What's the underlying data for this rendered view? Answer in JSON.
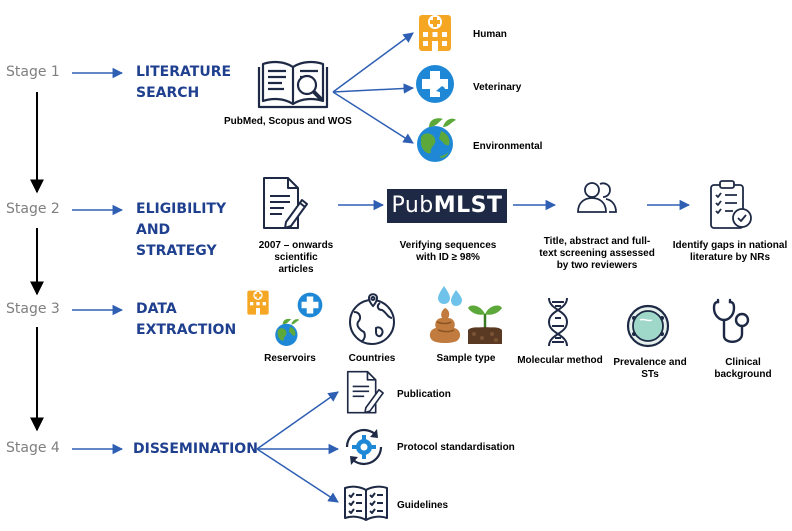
{
  "stages": [
    {
      "label": "Stage 1",
      "heading_lines": [
        "LITERATURE",
        "SEARCH"
      ]
    },
    {
      "label": "Stage 2",
      "heading_lines": [
        "ELIGIBILITY",
        "AND",
        "STRATEGY"
      ]
    },
    {
      "label": "Stage 3",
      "heading_lines": [
        "DATA",
        "EXTRACTION"
      ]
    },
    {
      "label": "Stage 4",
      "heading_lines": [
        "DISSEMINATION"
      ]
    }
  ],
  "stage1": {
    "databases": "PubMed, Scopus and WOS",
    "domains": [
      "Human",
      "Veterinary",
      "Environmental"
    ]
  },
  "stage2": {
    "articles_lines": [
      "2007 – onwards scientific",
      "articles"
    ],
    "pubmlst": {
      "prefix": "Pub",
      "suffix": "MLST"
    },
    "verify_lines": [
      "Verifying sequences",
      "with ID ≥ 98%"
    ],
    "screening_lines": [
      "Title, abstract and full-",
      "text screening assessed",
      "by two reviewers"
    ],
    "gaps_lines": [
      "Identify gaps in national",
      "literature by NRs"
    ]
  },
  "stage3": {
    "items": [
      {
        "lines": [
          "Reservoirs"
        ]
      },
      {
        "lines": [
          "Countries"
        ]
      },
      {
        "lines": [
          "Sample type"
        ]
      },
      {
        "lines": [
          "Molecular method"
        ]
      },
      {
        "lines": [
          "Prevalence and",
          "STs"
        ]
      },
      {
        "lines": [
          "Clinical",
          "background"
        ]
      }
    ]
  },
  "stage4": {
    "outputs": [
      "Publication",
      "Protocol standardisation",
      "Guidelines"
    ]
  },
  "colors": {
    "heading": "#1f3f8f",
    "stage_label": "#7f7f7f",
    "arrow": "#2e5fb3",
    "orange": "#f5a623",
    "blue": "#1f88d6",
    "green": "#5da83a",
    "dark_navy": "#1e2a45"
  },
  "icons": [
    "open-book-magnifier-icon",
    "hospital-icon",
    "veterinary-cross-icon",
    "earth-leaf-icon",
    "document-pen-icon",
    "people-icon",
    "checklist-clipboard-icon",
    "globe-pin-icon",
    "droplets-icon",
    "soil-sprout-icon",
    "dna-icon",
    "petri-dish-icon",
    "stethoscope-icon",
    "refresh-gear-icon",
    "guidelines-book-icon"
  ]
}
